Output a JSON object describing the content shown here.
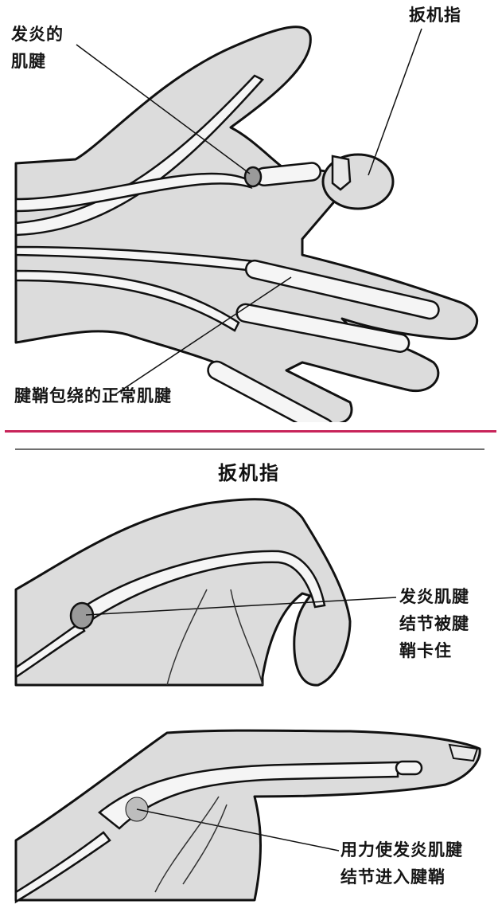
{
  "figure": {
    "top_panel": {
      "label_inflamed_tendon": "发炎的\n肌腱",
      "label_trigger_finger": "扳机指",
      "label_normal_tendon": "腱鞘包绕的正常肌腱"
    },
    "divider": {
      "accent_color": "#c8245a",
      "secondary_color": "#6f6f6f"
    },
    "bottom_section": {
      "title": "扳机指",
      "bent_finger_label": "发炎肌腱\n结节被腱\n鞘卡住",
      "straight_finger_label": "用力使发炎肌腱\n结节进入腱鞘"
    },
    "colors": {
      "skin": "#dcdcdc",
      "tendon": "#f5f5f5",
      "nodule": "#9a9a9a",
      "outline": "#111111"
    }
  }
}
